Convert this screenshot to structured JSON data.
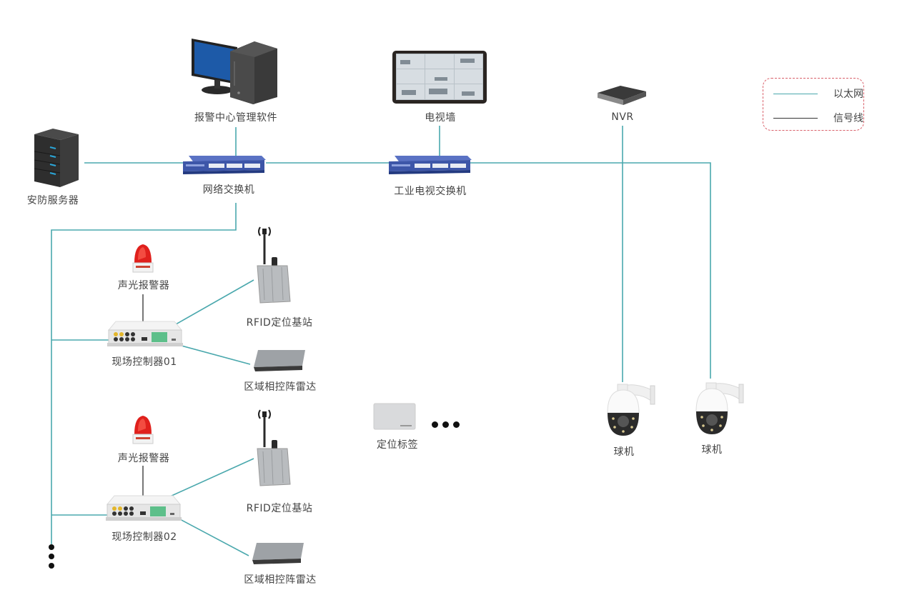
{
  "colors": {
    "ethernet": "#4aa8ad",
    "signal": "#444444",
    "legend_border": "#d9606a",
    "switch_blue": "#3d56a8"
  },
  "legend": {
    "items": [
      {
        "label": "以太网",
        "line": "ethernet"
      },
      {
        "label": "信号线",
        "line": "signal"
      }
    ]
  },
  "nodes": {
    "alarm_center": {
      "label": "报警中心管理软件",
      "icon": "desktop-computer-icon"
    },
    "tv_wall": {
      "label": "电视墙",
      "icon": "tv-wall-monitor-icon"
    },
    "nvr": {
      "label": "NVR",
      "icon": "nvr-recorder-icon"
    },
    "security_server": {
      "label": "安防服务器",
      "icon": "server-tower-icon"
    },
    "network_switch": {
      "label": "网络交换机",
      "icon": "network-switch-icon"
    },
    "industrial_tv_switch": {
      "label": "工业电视交换机",
      "icon": "network-switch-icon"
    },
    "controllers": [
      {
        "label": "现场控制器01",
        "alarm": "声光报警器",
        "rfid": "RFID定位基站",
        "radar": "区域相控阵雷达"
      },
      {
        "label": "现场控制器02",
        "alarm": "声光报警器",
        "rfid": "RFID定位基站",
        "radar": "区域相控阵雷达"
      }
    ],
    "tag": {
      "label": "定位标签",
      "icon": "location-tag-card-icon"
    },
    "cameras": [
      {
        "label": "球机",
        "icon": "dome-camera-icon"
      },
      {
        "label": "球机",
        "icon": "dome-camera-icon"
      }
    ]
  }
}
